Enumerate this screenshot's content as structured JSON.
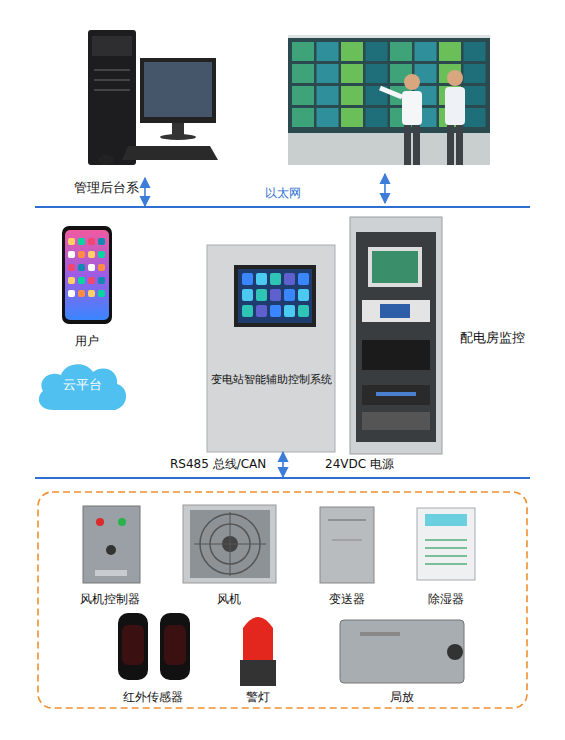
{
  "diagram": {
    "nodes": [
      {
        "text": [
          "管理后台系"
        ]
      },
      {
        "text": [
          "以太网"
        ]
      },
      {
        "text": [
          "用户"
        ]
      },
      {
        "text": [
          "云平台"
        ]
      },
      {
        "text": [
          "变电站智能辅助控制系统"
        ]
      },
      {
        "text": [
          "配电房监控"
        ]
      },
      {
        "text": [
          "RS485 总线/CAN",
          "24VDC 电源"
        ]
      },
      {
        "text": [
          "风机控制器"
        ]
      },
      {
        "text": [
          "风机"
        ]
      },
      {
        "text": [
          "变送器"
        ]
      },
      {
        "text": [
          "除湿器"
        ]
      },
      {
        "text": [
          "红外传感器"
        ]
      },
      {
        "text": [
          "警灯"
        ]
      },
      {
        "text": [
          "局放"
        ]
      }
    ],
    "edges": [
      {
        "from": 0,
        "to": 1,
        "arrow": "both"
      },
      {
        "from": 4,
        "to": 6,
        "arrow": "both"
      }
    ]
  }
}
